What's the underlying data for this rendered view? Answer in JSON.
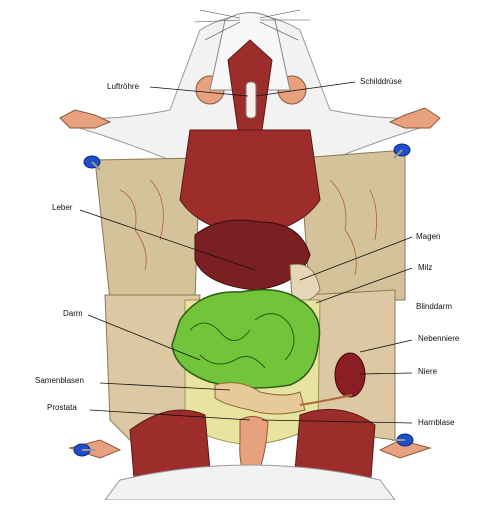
{
  "labels": {
    "luftroehre": "Luftröhre",
    "schilddruese": "Schilddrüse",
    "leber": "Leber",
    "magen": "Magen",
    "milz": "Milz",
    "blinddarm": "Blinddarm",
    "darm": "Darm",
    "nebenniere": "Nebenniere",
    "niere": "Niere",
    "samenblasen": "Samenblasen",
    "prostata": "Prostata",
    "harnblase": "Harnblase"
  },
  "colors": {
    "skin": "#d4c29a",
    "muscle": "#9c2d2a",
    "liver": "#7a1f22",
    "intestine": "#72c43a",
    "fat": "#e9e3a0",
    "fur": "#f2f2f2",
    "pin": "#1e4fc9",
    "pink": "#e7a17f"
  }
}
